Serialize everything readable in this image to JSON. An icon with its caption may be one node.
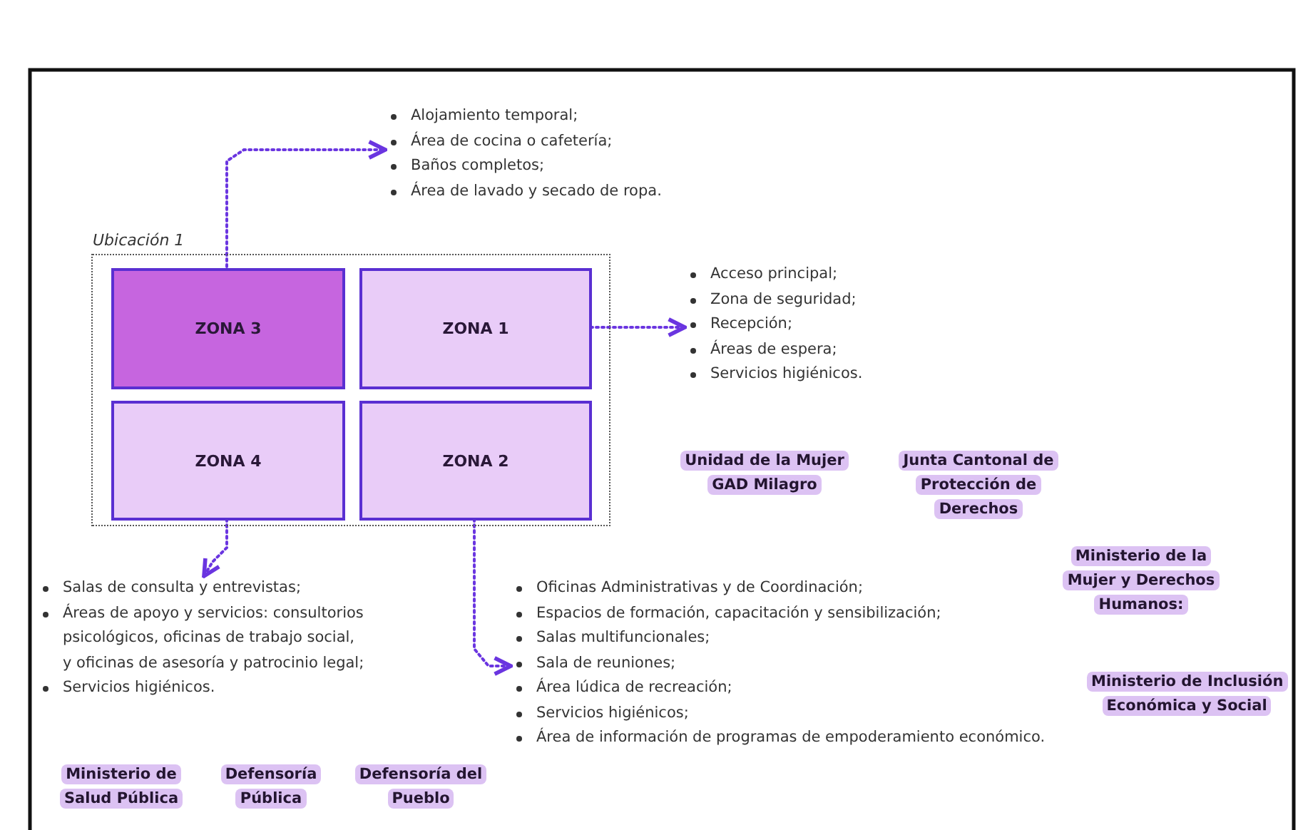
{
  "diagram": {
    "nodes": [
      {
        "text": [
          "Ubicación 1"
        ]
      },
      {
        "text": [
          "ZONA 3"
        ],
        "in": 0
      },
      {
        "text": [
          "ZONA 1"
        ],
        "in": 0
      },
      {
        "text": [
          "ZONA 4"
        ],
        "in": 0
      },
      {
        "text": [
          "ZONA 2"
        ],
        "in": 0
      },
      {
        "text": [
          "Alojamiento temporal;",
          "Área de cocina o cafetería;",
          "Baños completos;",
          "Área de lavado y secado de ropa."
        ]
      },
      {
        "text": [
          "Acceso principal;",
          "Zona de seguridad;",
          "Recepción;",
          "Áreas de espera;",
          "Servicios higiénicos."
        ]
      },
      {
        "text": [
          "Unidad de la Mujer GAD Milagro"
        ]
      },
      {
        "text": [
          "Junta Cantonal de Protección de Derechos"
        ]
      },
      {
        "text": [
          "Salas de consulta y entrevistas;",
          "Áreas de apoyo y servicios: consultorios psicológicos, oficinas de trabajo social, y oficinas de asesoría y patrocinio legal;",
          "Servicios higiénicos."
        ]
      },
      {
        "text": [
          "Oficinas Administrativas y de Coordinación;",
          "Espacios de formación, capacitación y sensibilización;",
          "Salas multifuncionales;",
          "Sala de reuniones;",
          "Área lúdica de recreación;",
          "Servicios higiénicos;",
          "Área de información de programas de empoderamiento económico."
        ]
      },
      {
        "text": [
          "Ministerio de la Mujer y Derechos Humanos:"
        ]
      },
      {
        "text": [
          "Ministerio de Inclusión Económica y Social"
        ]
      },
      {
        "text": [
          "Ministerio de Salud Pública"
        ]
      },
      {
        "text": [
          "Defensoría Pública"
        ]
      },
      {
        "text": [
          "Defensoría del Pueblo"
        ]
      }
    ],
    "edges": [
      {
        "from": 1,
        "to": 5,
        "arrow": "to",
        "style": "dashed"
      },
      {
        "from": 2,
        "to": 6,
        "arrow": "to",
        "style": "dashed"
      },
      {
        "from": 3,
        "to": 9,
        "arrow": "to",
        "style": "dashed"
      },
      {
        "from": 4,
        "to": 10,
        "arrow": "to",
        "style": "dashed"
      }
    ]
  }
}
